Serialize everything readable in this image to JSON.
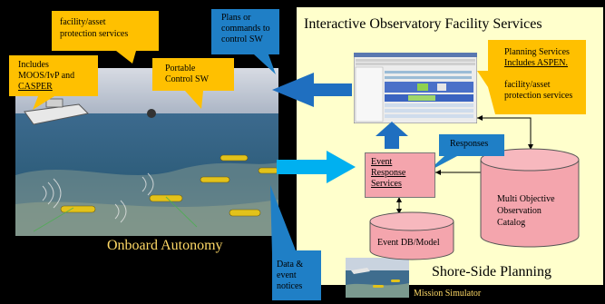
{
  "panel": {
    "title": "Interactive Observatory Facility Services",
    "footer_label": "Shore-Side Planning"
  },
  "onboard": {
    "label": "Onboard Autonomy"
  },
  "callouts": {
    "facility_top": [
      "facility/asset",
      "protection services"
    ],
    "moos": [
      "Includes",
      "MOOS/IvP and",
      "CASPER"
    ],
    "portable": [
      "Portable",
      "Control SW"
    ],
    "plans": [
      "Plans or",
      "commands to",
      "control SW"
    ],
    "planning_services": [
      "Planning Services",
      "Includes  ASPEN."
    ],
    "planning_facility": [
      "facility/asset",
      "protection services"
    ],
    "responses": "Responses",
    "data_notices": [
      "Data &",
      "event",
      "notices"
    ]
  },
  "nodes": {
    "event_response": [
      "Event",
      "Response",
      "Services"
    ],
    "catalog": [
      "Multi Objective",
      "Observation",
      "Catalog"
    ],
    "event_db": "Event DB/Model"
  },
  "mission_simulator": "Mission Simulator",
  "colors": {
    "background": "#000000",
    "panel": "#ffffcc",
    "callout_yellow": "#ffc000",
    "callout_blue": "#1f7fc6",
    "arrow_blue": "#00b0f0",
    "db_pink": "#f4a5ad",
    "label_yellow": "#ffd966"
  }
}
